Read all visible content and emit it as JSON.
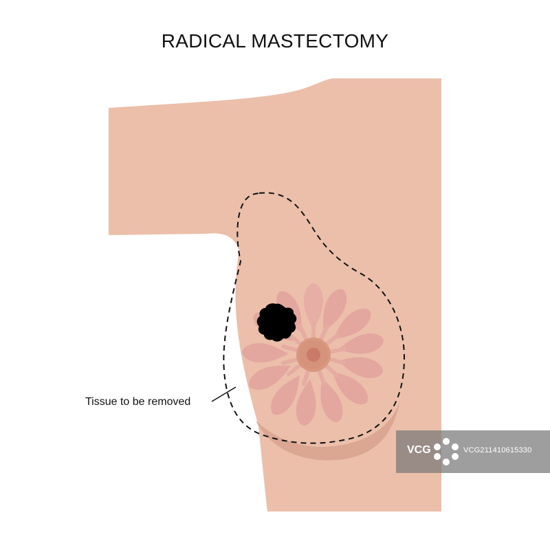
{
  "title": "RADICAL MASTECTOMY",
  "annotation": "Tissue to be removed",
  "watermark": {
    "logo": "VCG",
    "id": "VCG211410615330"
  },
  "colors": {
    "skin": "#ecbfab",
    "skin_shadow": "#dba792",
    "gland": "#e3a7a0",
    "areola": "#d9977e",
    "nipple": "#c97a68",
    "tumor": "#000000",
    "outline": "#111111"
  }
}
